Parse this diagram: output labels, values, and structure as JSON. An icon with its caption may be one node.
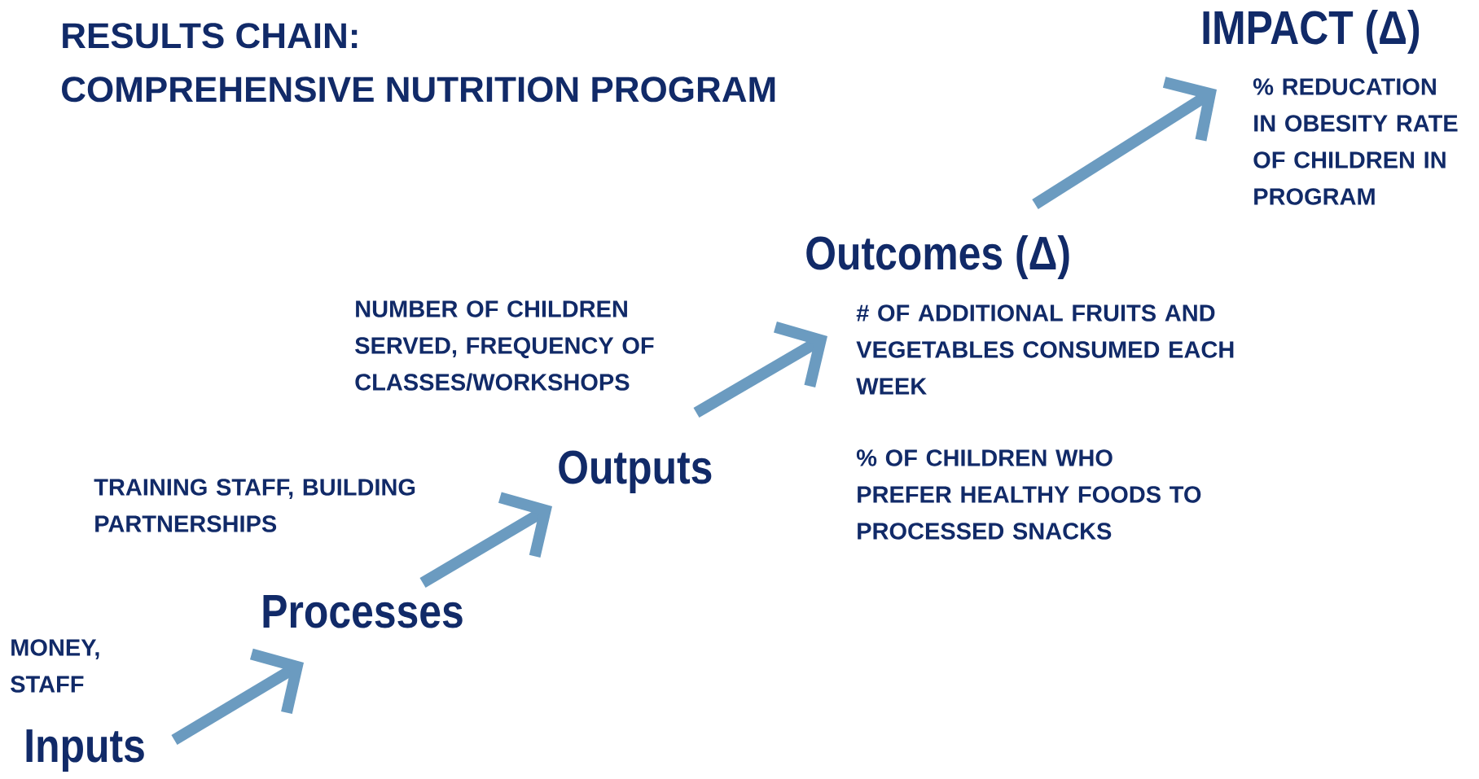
{
  "diagram": {
    "title": "RESULTS CHAIN: COMPREHENSIVE NUTRITION PROGRAM",
    "nodes": [
      {
        "text": [
          "Inputs"
        ],
        "beside": [
          "MONEY, STAFF"
        ]
      },
      {
        "text": [
          "Processes"
        ],
        "beside": [
          "TRAINING STAFF, BUILDING PARTNERSHIPS"
        ]
      },
      {
        "text": [
          "Outputs"
        ],
        "beside": [
          "NUMBER OF CHILDREN SERVED, FREQUENCY OF CLASSES/WORKSHOPS"
        ]
      },
      {
        "text": [
          "Outcomes (Δ)"
        ],
        "beside": [
          "# OF ADDITIONAL FRUITS AND VEGETABLES CONSUMED EACH WEEK",
          "% OF CHILDREN WHO PREFER HEALTHY FOODS TO PROCESSED SNACKS"
        ]
      },
      {
        "text": [
          "IMPACT (Δ)"
        ],
        "beside": [
          "% REDUCATION IN OBESITY RATE OF CHILDREN IN PROGRAM"
        ]
      }
    ],
    "edges": [
      {
        "from": 0,
        "to": 1,
        "arrow": "to"
      },
      {
        "from": 1,
        "to": 2,
        "arrow": "to"
      },
      {
        "from": 2,
        "to": 3,
        "arrow": "to"
      },
      {
        "from": 3,
        "to": 4,
        "arrow": "to"
      }
    ]
  }
}
